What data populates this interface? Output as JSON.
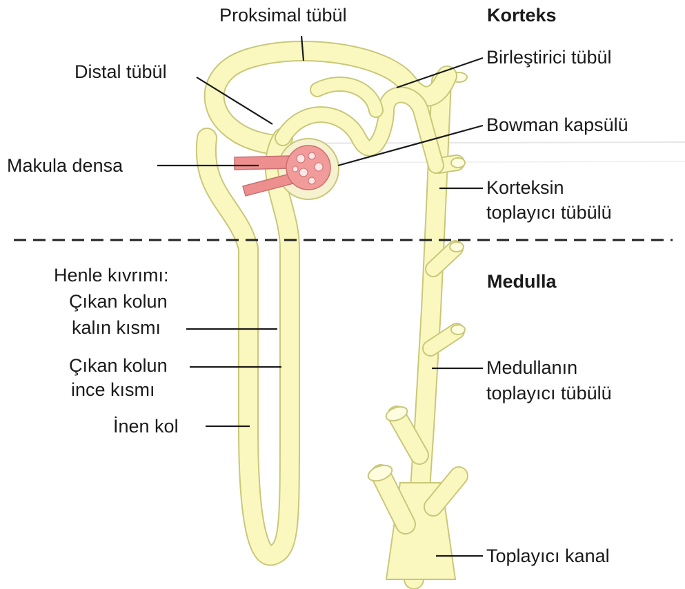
{
  "zones": {
    "cortex": "Korteks",
    "medulla": "Medulla"
  },
  "labels": {
    "proximal_tubule": "Proksimal tübül",
    "distal_tubule": "Distal tübül",
    "connecting_tubule": "Birleştirici tübül",
    "bowman_capsule": "Bowman kapsülü",
    "macula_densa": "Makula densa",
    "cortical_collecting_tubule": [
      "Korteksin",
      "toplayıcı tübülü"
    ],
    "henle_loop": [
      "Henle kıvrımı:",
      "Çıkan kolun",
      "kalın kısmı"
    ],
    "thin_ascending": [
      "Çıkan kolun",
      "ince kısmı"
    ],
    "descending_limb": "İnen kol",
    "medullary_collecting_tubule": [
      "Medullanın",
      "toplayıcı tübülü"
    ],
    "collecting_duct": "Toplayıcı kanal"
  },
  "colors": {
    "tubule_fill": "#faf8bf",
    "tubule_edge": "#c9c879",
    "glomerulus": "#f29b9b",
    "arteriole": "#ee8f8f",
    "boundary_line": "#222222"
  }
}
